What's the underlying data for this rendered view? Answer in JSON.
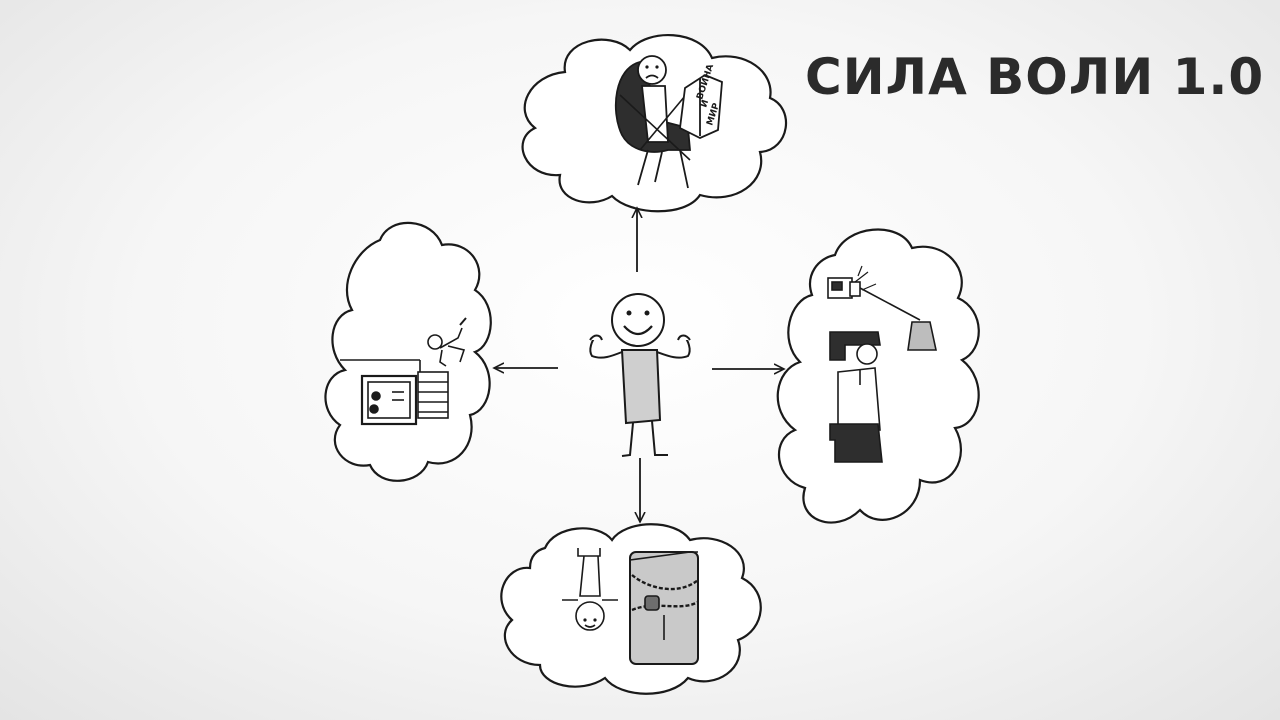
{
  "title": "СИЛА ВОЛИ 1.0",
  "book": {
    "line1": "ВОЙНА",
    "line2": "И",
    "line3": "МИР"
  },
  "colors": {
    "ink": "#1a1a1a",
    "cloud_fill": "#ffffff",
    "figure_fill": "#c9c9c9",
    "chair_fill": "#2e2e2e",
    "background": "#f2f2f2"
  },
  "icons": [
    "smiley-strongman-icon",
    "reading-chair-icon",
    "mousetrap-icon",
    "camera-flash-icon",
    "chained-fridge-icon"
  ]
}
